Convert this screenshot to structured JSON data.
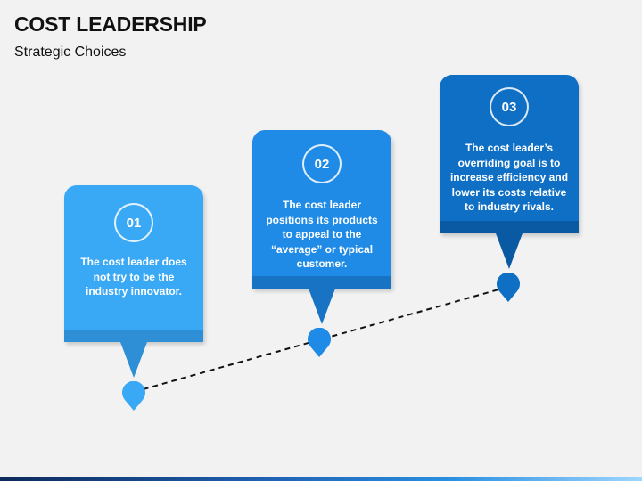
{
  "header": {
    "title": "COST LEADERSHIP",
    "subtitle": "Strategic Choices"
  },
  "steps": [
    {
      "number": "01",
      "text": "The cost leader does not try to be the industry innovator.",
      "color": "#3aa9f5",
      "band_color": "#2e8fd6",
      "pin_color": "#3aa9f5"
    },
    {
      "number": "02",
      "text": "The cost leader positions its products to appeal to the “average” or typical customer.",
      "color": "#1f8be6",
      "band_color": "#1873c4",
      "pin_color": "#1f8be6"
    },
    {
      "number": "03",
      "text": "The cost leader’s overriding goal is to increase efficiency and lower its costs relative to industry rivals.",
      "color": "#0e6fc4",
      "band_color": "#0a5aa3",
      "pin_color": "#0e6fc4"
    }
  ]
}
